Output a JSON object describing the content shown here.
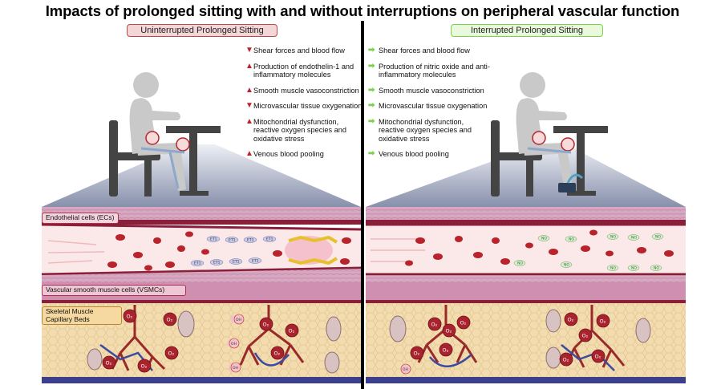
{
  "title": "Impacts of prolonged sitting with and without interruptions on peripheral vascular function",
  "left_panel": {
    "header": "Uninterrupted Prolonged Sitting",
    "effects": [
      {
        "direction": "down",
        "text": "Shear forces and blood flow"
      },
      {
        "direction": "up",
        "text": "Production of endothelin-1 and inflammatory molecules"
      },
      {
        "direction": "up",
        "text": "Smooth muscle vasoconstriction"
      },
      {
        "direction": "down",
        "text": "Microvascular tissue oxygenation"
      },
      {
        "direction": "up",
        "text": "Mitochondrial dysfunction, reactive oxygen species and oxidative stress"
      },
      {
        "direction": "up",
        "text": "Venous blood pooling"
      }
    ]
  },
  "right_panel": {
    "header": "Interrupted Prolonged Sitting",
    "effects": [
      {
        "direction": "right",
        "text": "Shear forces and blood flow"
      },
      {
        "direction": "right",
        "text": "Production of nitric oxide and anti-inflammatory molecules"
      },
      {
        "direction": "right",
        "text": "Smooth muscle vasoconstriction"
      },
      {
        "direction": "right",
        "text": "Microvascular tissue oxygenation"
      },
      {
        "direction": "right",
        "text": "Mitochondrial dysfunction, reactive oxygen species and oxidative stress"
      },
      {
        "direction": "right",
        "text": "Venous blood pooling"
      }
    ]
  },
  "layer_labels": {
    "endothelial": "Endothelial cells (ECs)",
    "vsmc": "Vascular smooth muscle cells (VSMCs)",
    "skeletal": "Skeletal Muscle Capillary Beds"
  },
  "molecule_labels": {
    "nitric_oxide": "NO",
    "endothelin": "ET1",
    "oxygen": "O₂",
    "radical": "OH"
  },
  "colors": {
    "left_accent": "#b84a4a",
    "right_accent": "#7ad14c",
    "arrow_red": "#c0202a",
    "vessel_wall": "#c98aa8",
    "blood_cell": "#b8232c",
    "muscle_bg": "#f3ddb0"
  }
}
